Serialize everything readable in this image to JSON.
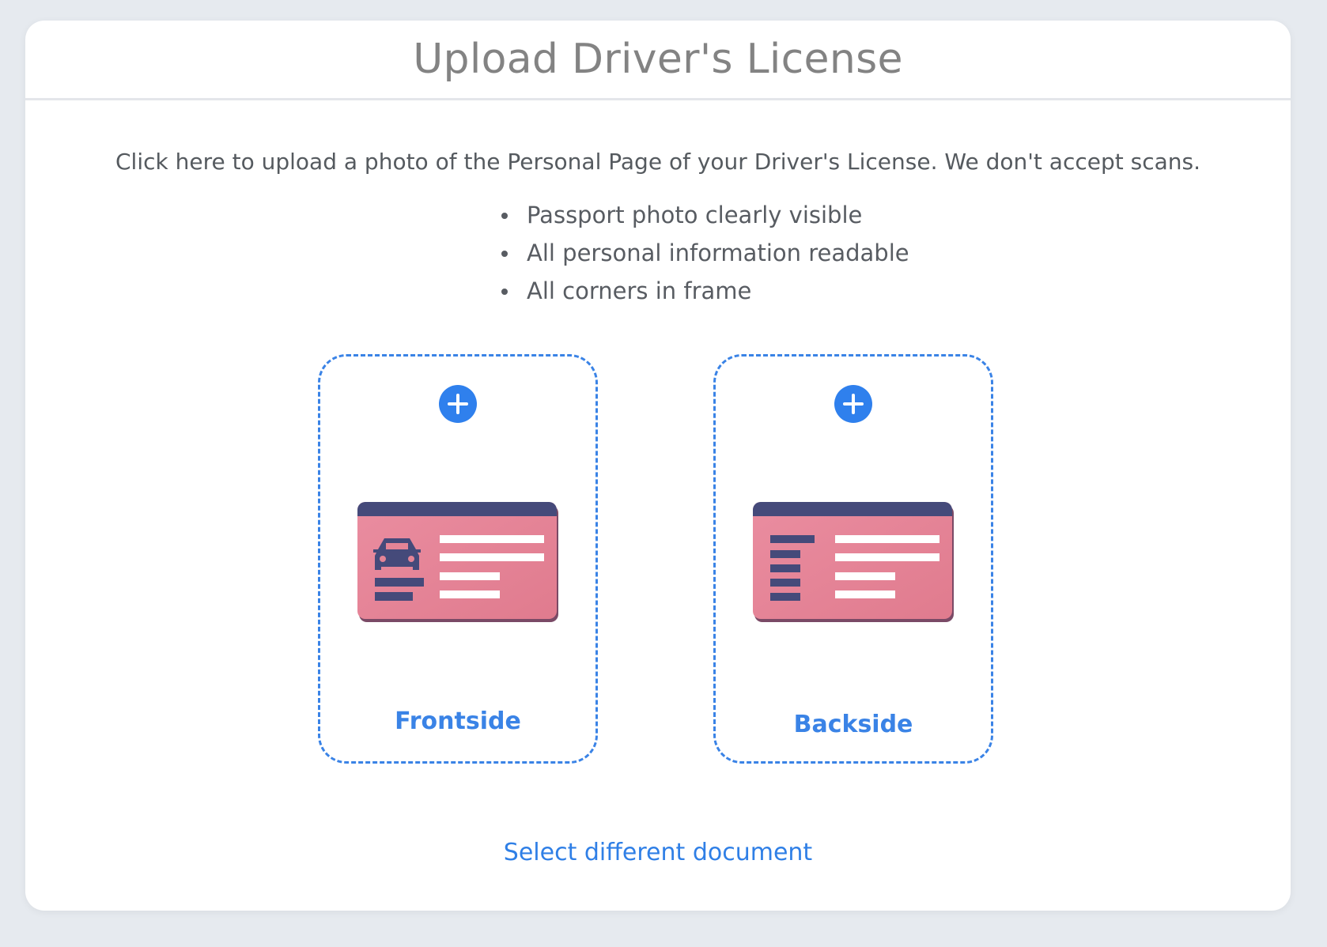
{
  "header": {
    "title": "Upload Driver's License"
  },
  "instructions": {
    "text": "Click here to upload a photo of the Personal Page of your Driver's License. We don't accept scans."
  },
  "requirements": [
    "Passport photo clearly visible",
    "All personal information readable",
    "All corners in frame"
  ],
  "uploads": {
    "front": {
      "label": "Frontside",
      "icon": "plus-circle-icon",
      "illustration": "license-front-icon"
    },
    "back": {
      "label": "Backside",
      "icon": "plus-circle-icon",
      "illustration": "license-back-icon"
    }
  },
  "footer": {
    "link_label": "Select different document"
  },
  "colors": {
    "accent": "#2f80ed",
    "card_header": "#454a7a",
    "card_body": "#e48496",
    "background": "#e6eaef"
  }
}
